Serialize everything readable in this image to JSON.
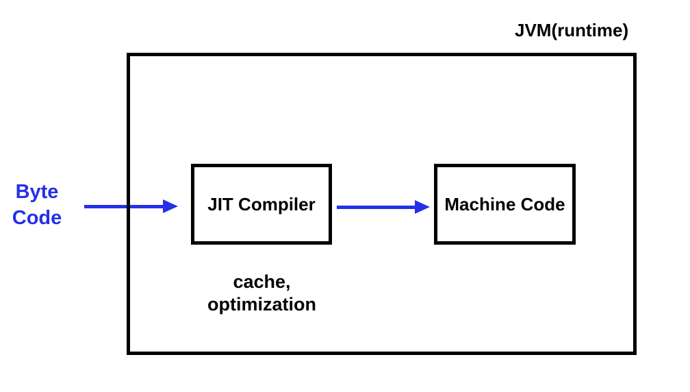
{
  "diagram": {
    "title": "JVM(runtime)",
    "input_label": "Byte\nCode",
    "boxes": [
      {
        "id": "jit-compiler",
        "label": "JIT Compiler"
      },
      {
        "id": "machine-code",
        "label": "Machine Code"
      }
    ],
    "annotation": "cache,\noptimization",
    "arrows": [
      {
        "from": "byte-code",
        "to": "jit-compiler"
      },
      {
        "from": "jit-compiler",
        "to": "machine-code"
      }
    ],
    "colors": {
      "accent_blue": "#2530e8",
      "border_black": "#000000",
      "background": "#ffffff"
    }
  }
}
